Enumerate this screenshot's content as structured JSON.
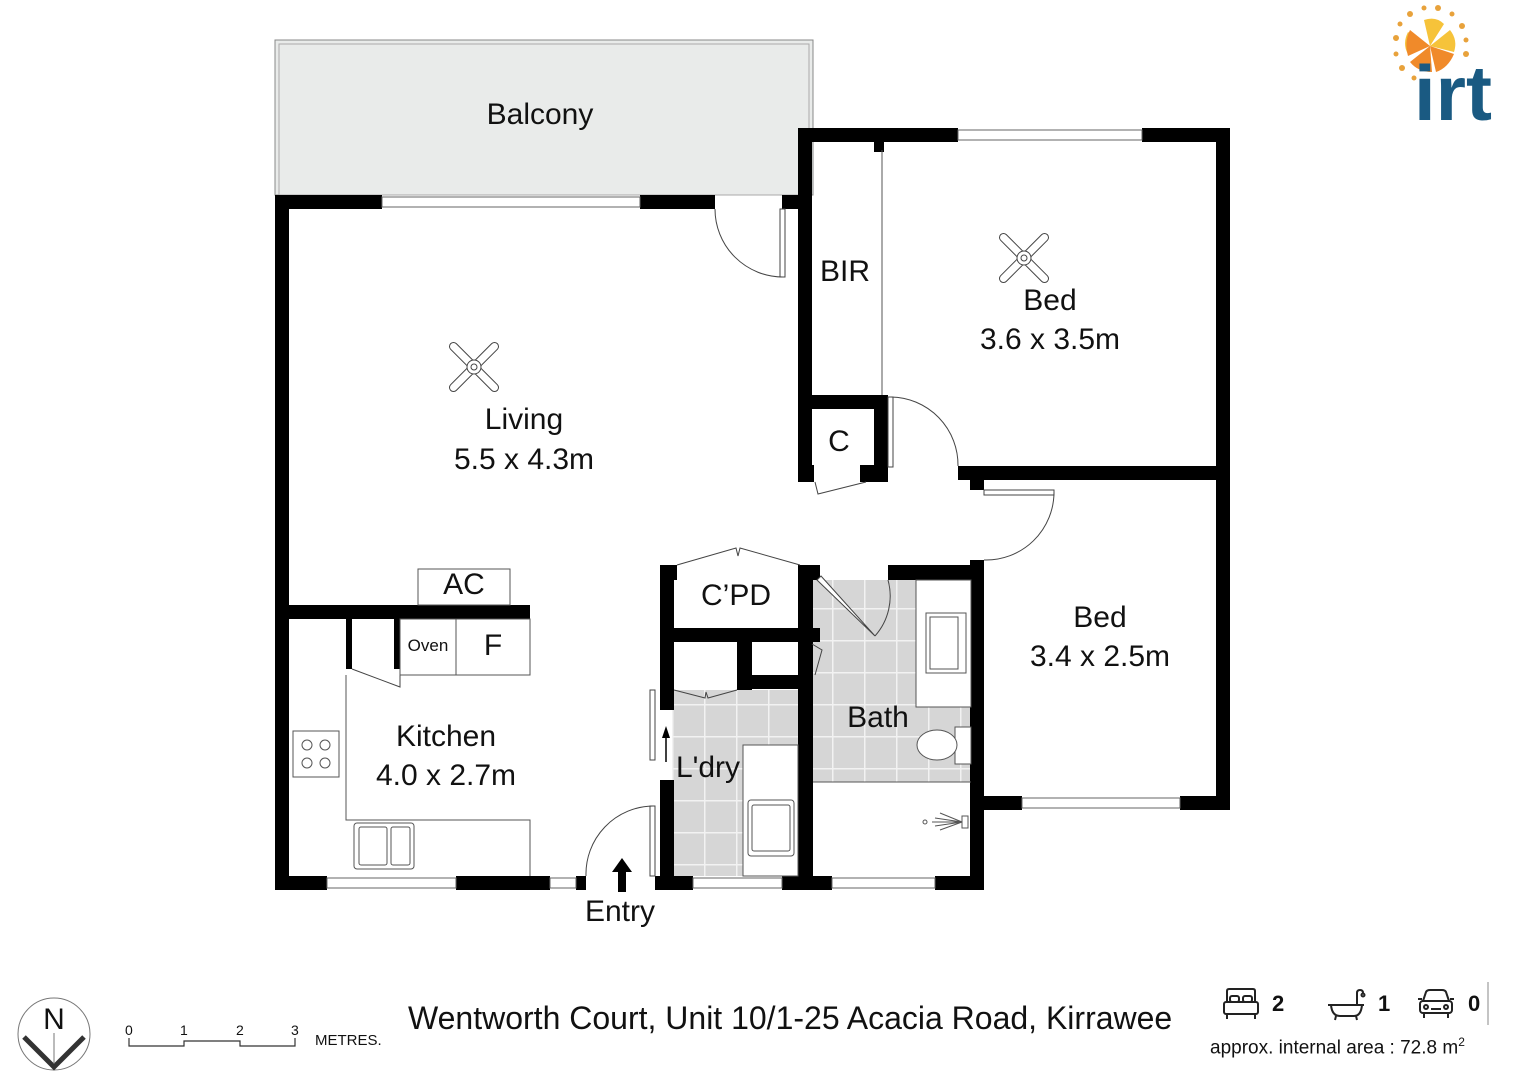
{
  "brand": {
    "logo_text": "irt",
    "colors": {
      "text": "#1a5a82",
      "sun_orange": "#f08a2a",
      "sun_yellow": "#f6c33a",
      "dots": "#e8a23b"
    }
  },
  "rooms": {
    "balcony": {
      "name": "Balcony"
    },
    "living": {
      "name": "Living",
      "dims": "5.5 x 4.3m"
    },
    "bir": {
      "name": "BIR"
    },
    "bed1": {
      "name": "Bed",
      "dims": "3.6 x 3.5m"
    },
    "closet": {
      "name": "C"
    },
    "ac": {
      "name": "AC"
    },
    "oven": {
      "name": "Oven"
    },
    "fridge": {
      "name": "F"
    },
    "kitchen": {
      "name": "Kitchen",
      "dims": "4.0 x 2.7m"
    },
    "cpd": {
      "name": "C’PD"
    },
    "bath": {
      "name": "Bath"
    },
    "laundry": {
      "name": "L'dry"
    },
    "bed2": {
      "name": "Bed",
      "dims": "3.4 x 2.5m"
    },
    "entry": {
      "name": "Entry"
    }
  },
  "footer": {
    "address": "Wentworth Court, Unit 10/1-25 Acacia Road, Kirrawee",
    "compass_label": "N",
    "scale": {
      "ticks": [
        "0",
        "1",
        "2",
        "3"
      ],
      "unit": "METRES."
    },
    "stats": [
      {
        "icon": "bed-icon",
        "value": "2"
      },
      {
        "icon": "bath-icon",
        "value": "1"
      },
      {
        "icon": "car-icon",
        "value": "0"
      }
    ],
    "area_label": "approx. internal area : 72.8 m",
    "area_sup": "2"
  },
  "colors": {
    "wall": "#000000",
    "balcony_fill": "#e9ebea",
    "tile_fill": "#d6d6d6",
    "tile_grout": "#f2f2f2",
    "fixture_line": "#555555"
  }
}
